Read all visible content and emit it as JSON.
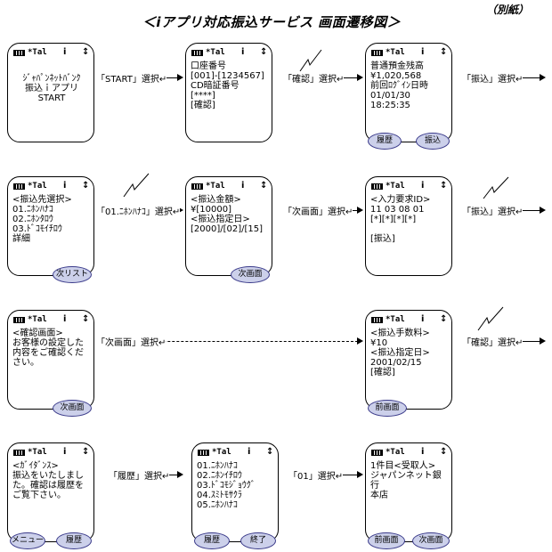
{
  "title": "＜iアプリ対応振込サービス 画面遷移図＞",
  "note": "（別紙）",
  "status": {
    "signal": "*Tal",
    "icon": "i",
    "arrows": "↕"
  },
  "screens": {
    "start": {
      "lines": [
        "ｼﾞｬﾊﾟﾝﾈｯﾄﾊﾞﾝｸ",
        "振込ｉアプリ",
        "START"
      ]
    },
    "login": {
      "lines": [
        "口座番号",
        "[001]-[1234567]",
        "CD暗証番号",
        "[****]",
        "[確認]"
      ]
    },
    "balance": {
      "lines": [
        "普通預金残高",
        "¥1,020,568",
        "前回ﾛｸﾞｲﾝ日時",
        "01/01/30",
        "18:25:35"
      ],
      "softkeys": [
        "履歴",
        "振込"
      ]
    },
    "dest": {
      "lines": [
        "<振込先選択>",
        "01.ﾆﾎﾝﾊﾅｺ",
        "02.ﾆﾎﾝﾀﾛｳ",
        "03.ﾄﾞｺﾓｲﾁﾛｳ",
        "詳細"
      ],
      "softkeys": [
        "次リスト"
      ]
    },
    "amount": {
      "lines": [
        "<振込金額>",
        "¥[10000]",
        "<振込指定日>",
        "[2000]/[02]/[15]"
      ],
      "softkeys": [
        "次画面"
      ]
    },
    "authid": {
      "lines": [
        "<入力要求ID>",
        "11 03 08 01",
        "[*][*][*][*]",
        "",
        "[振込]"
      ]
    },
    "confirm": {
      "lines": [
        "<確認画面>",
        "お客様の設定した",
        "内容をご確認くだ",
        "さい。"
      ],
      "softkeys": [
        "次画面"
      ]
    },
    "fee": {
      "lines": [
        "<振込手数料>",
        "¥10",
        "<振込指定日>",
        "2001/02/15",
        "[確認]"
      ],
      "softkeys": [
        "前画面"
      ]
    },
    "guide": {
      "lines": [
        "<ｶﾞｲﾀﾞﾝｽ>",
        "振込をいたしまし",
        "た。確認は履歴を",
        "ご覧下さい。"
      ],
      "softkeys": [
        "メニュー",
        "履歴"
      ]
    },
    "history": {
      "lines": [
        "01.ﾆﾎﾝﾊﾅｺ",
        "02.ﾆﾎﾝｲﾁﾛｳ",
        "03.ﾄﾞｺﾓｼﾞｮｳｸﾞ",
        "04.ｽﾐﾄﾓｻｸﾗ",
        "05.ﾆﾎﾝﾊﾅｺ"
      ],
      "softkeys": [
        "履歴",
        "終了"
      ]
    },
    "detail": {
      "lines": [
        "1件目<受取人>",
        "ジャパンネット銀",
        "行",
        "本店"
      ],
      "softkeys": [
        "前画面",
        "次画面"
      ]
    }
  },
  "flows": {
    "f1": "「START」選択↵",
    "f2": "「確認」選択↵",
    "f3": "「振込」選択↵",
    "f4": "「01.ﾆﾎﾝﾊﾅｺ」選択↵",
    "f5": "「次画面」選択↵",
    "f6": "「振込」選択↵",
    "f7": "「次画面」選択↵",
    "f8": "「確認」選択↵",
    "f9": "「履歴」選択↵",
    "f10": "「01」選択↵"
  }
}
